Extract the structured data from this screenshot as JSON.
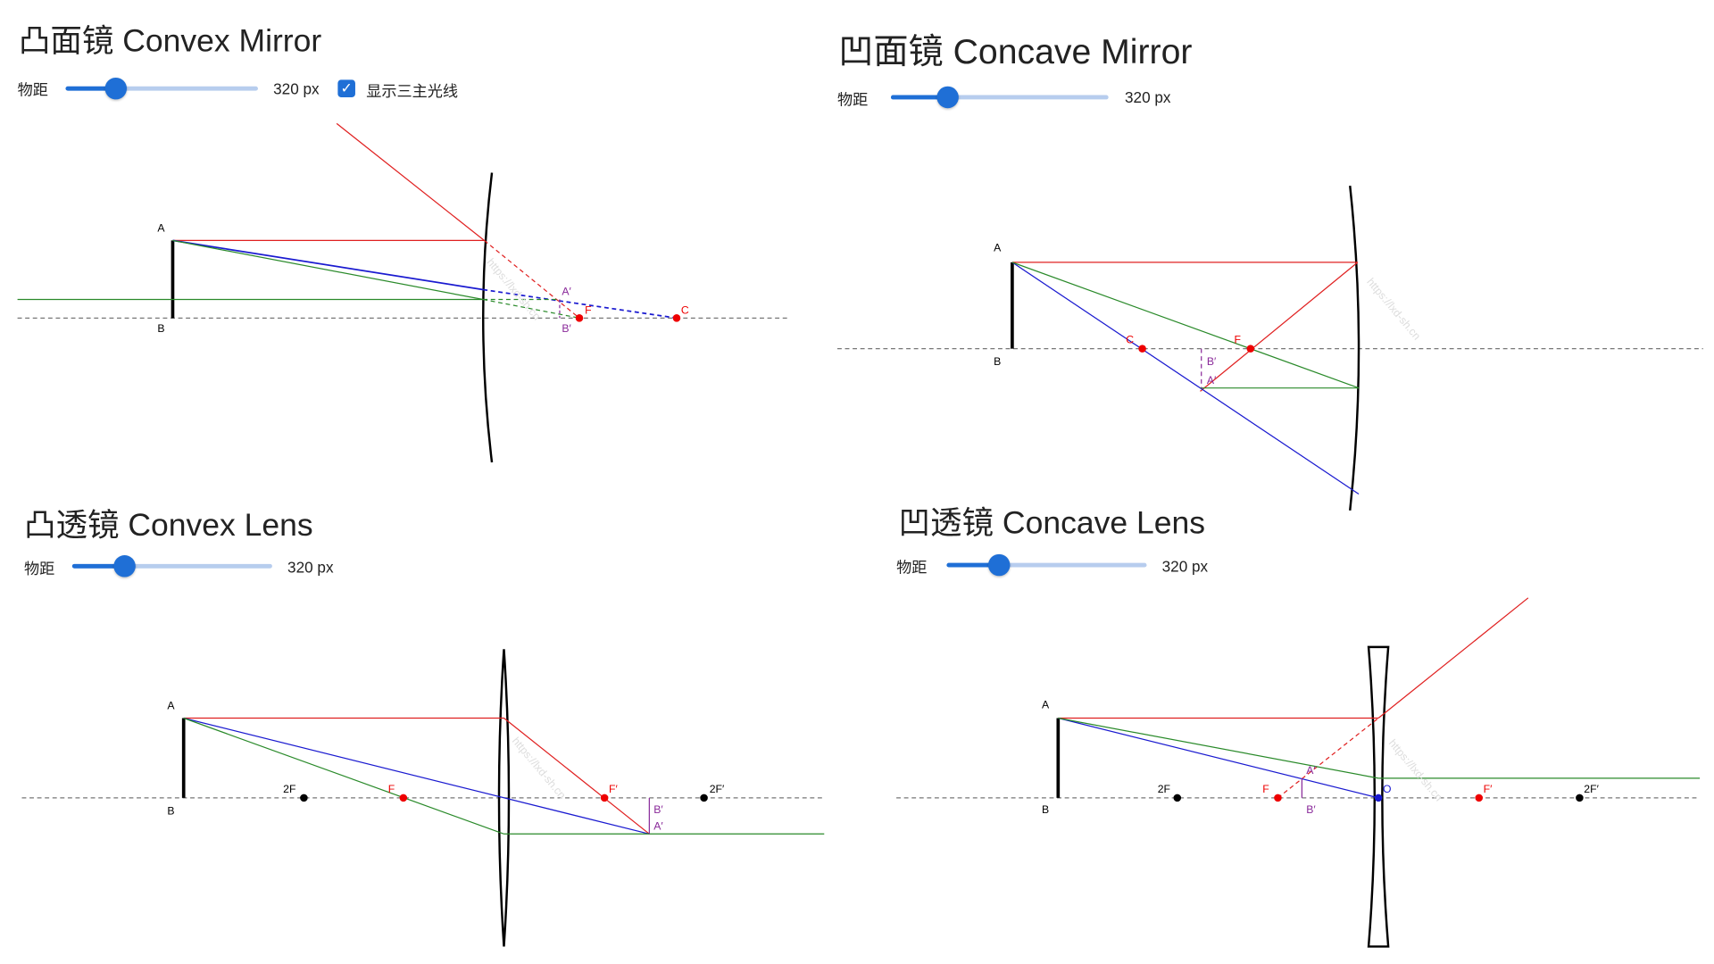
{
  "panels": {
    "convex_mirror": {
      "title": "凸面镜 Convex Mirror",
      "slider_label": "物距",
      "slider_value": "320 px",
      "slider_fraction": 0.27,
      "checkbox_label": "显示三主光线",
      "checkbox_checked": true,
      "labels": {
        "A": "A",
        "B": "B",
        "A_img": "A′",
        "B_img": "B′",
        "F": "F",
        "C": "C"
      }
    },
    "concave_mirror": {
      "title": "凹面镜 Concave Mirror",
      "slider_label": "物距",
      "slider_value": "320 px",
      "slider_fraction": 0.27,
      "labels": {
        "A": "A",
        "B": "B",
        "A_img": "A′",
        "B_img": "B′",
        "F": "F",
        "C": "C"
      }
    },
    "convex_lens": {
      "title": "凸透镜 Convex Lens",
      "slider_label": "物距",
      "slider_value": "320 px",
      "slider_fraction": 0.27,
      "labels": {
        "A": "A",
        "B": "B",
        "A_img": "A′",
        "B_img": "B′",
        "F": "F",
        "F2": "2F",
        "Fp": "F′",
        "F2p": "2F′"
      }
    },
    "concave_lens": {
      "title": "凹透镜 Concave Lens",
      "slider_label": "物距",
      "slider_value": "320 px",
      "slider_fraction": 0.27,
      "labels": {
        "A": "A",
        "B": "B",
        "A_img": "A′",
        "B_img": "B′",
        "F": "F",
        "F2": "2F",
        "Fp": "F′",
        "F2p": "2F′",
        "O": "O"
      }
    }
  },
  "watermark": "https://lxd-sh.cn",
  "colors": {
    "ray1": "#e02020",
    "ray2": "#1a1ad0",
    "ray3": "#2a8a2a",
    "image": "#8a2a9a",
    "accent": "#1f6fd6"
  }
}
